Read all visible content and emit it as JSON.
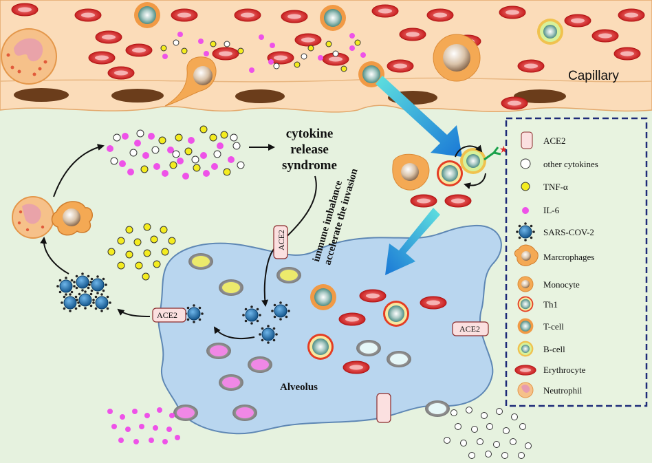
{
  "labels": {
    "capillary": "Capillary",
    "alveolus": "Alveolus",
    "cytokine_release_syndrome": [
      "cytokine",
      "release",
      "syndrome"
    ],
    "immune_text": [
      "immune imbalance",
      "accelerate the invasion"
    ],
    "ace2_tags": [
      "ACE2",
      "ACE2",
      "ACE2"
    ]
  },
  "legend": [
    {
      "icon": "ace2-receptor-icon",
      "label": "ACE2"
    },
    {
      "icon": "other-cytokines-icon",
      "label": "other cytokines"
    },
    {
      "icon": "tnf-alpha-icon",
      "label": "TNF-α"
    },
    {
      "icon": "il6-icon",
      "label": "IL-6"
    },
    {
      "icon": "sars-cov-2-icon",
      "label": "SARS-COV-2"
    },
    {
      "icon": "macrophage-icon",
      "label": "Marcrophages"
    },
    {
      "icon": "monocyte-icon",
      "label": "Monocyte"
    },
    {
      "icon": "th1-icon",
      "label": "Th1"
    },
    {
      "icon": "t-cell-icon",
      "label": "T-cell"
    },
    {
      "icon": "b-cell-icon",
      "label": "B-cell"
    },
    {
      "icon": "erythrocyte-icon",
      "label": "Erythrocyte"
    },
    {
      "icon": "neutrophil-icon",
      "label": "Neutrophil"
    }
  ],
  "colors": {
    "capillary_bg": "#fbe0c0",
    "tissue_bg": "#e6f2df",
    "alveolus_fill": "#b9d6ef",
    "erythrocyte": "#d93535",
    "tnf_alpha": "#f4ec1f",
    "il6": "#ee52e8",
    "virus": "#1f78b8",
    "arrow_blue": "#2a8fd6",
    "legend_border": "#1d2a78"
  }
}
